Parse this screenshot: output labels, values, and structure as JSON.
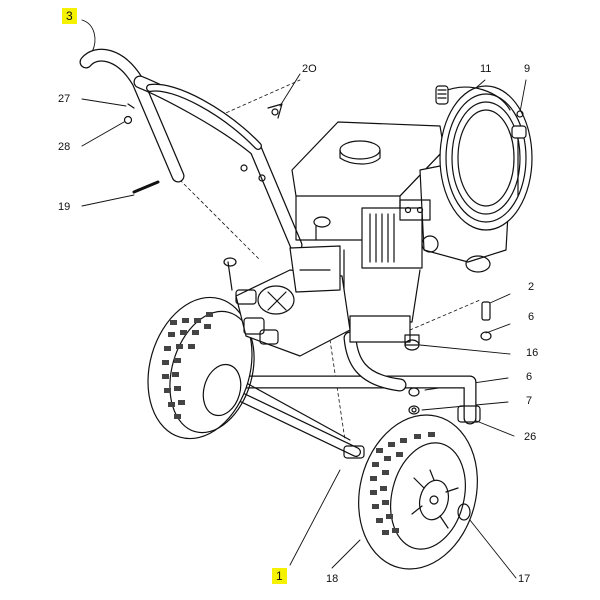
{
  "diagram": {
    "highlight_color": "#f4f200",
    "labels": [
      {
        "id": "3",
        "text": "3",
        "highlight": true
      },
      {
        "id": "2o",
        "text": "2O",
        "highlight": false
      },
      {
        "id": "11",
        "text": "11",
        "highlight": false
      },
      {
        "id": "9",
        "text": "9",
        "highlight": false
      },
      {
        "id": "27",
        "text": "27",
        "highlight": false
      },
      {
        "id": "28",
        "text": "28",
        "highlight": false
      },
      {
        "id": "19",
        "text": "19",
        "highlight": false
      },
      {
        "id": "2",
        "text": "2",
        "highlight": false
      },
      {
        "id": "6a",
        "text": "6",
        "highlight": false
      },
      {
        "id": "16",
        "text": "16",
        "highlight": false
      },
      {
        "id": "6b",
        "text": "6",
        "highlight": false
      },
      {
        "id": "7",
        "text": "7",
        "highlight": false
      },
      {
        "id": "26",
        "text": "26",
        "highlight": false
      },
      {
        "id": "1",
        "text": "1",
        "highlight": true
      },
      {
        "id": "18",
        "text": "18",
        "highlight": false
      },
      {
        "id": "17",
        "text": "17",
        "highlight": false
      }
    ]
  }
}
